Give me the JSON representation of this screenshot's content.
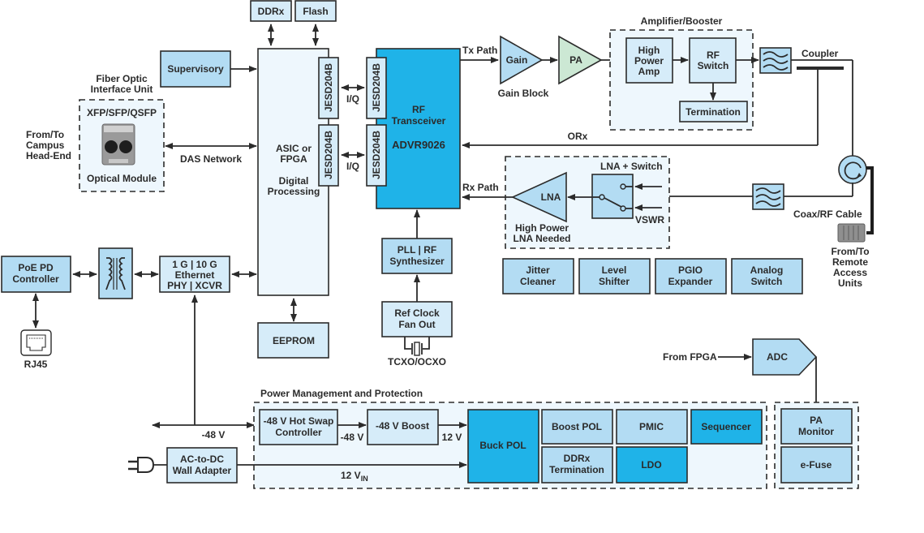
{
  "colors": {
    "light": "#d6ecf9",
    "mid": "#b3dcf3",
    "dark": "#1fb3e8",
    "pale": "#eef7fd",
    "green": "#cce8d4",
    "line": "#2b2b2b"
  },
  "top": {
    "ddrx": "DDRx",
    "flash": "Flash"
  },
  "supervisory": "Supervisory",
  "fiber": {
    "title1": "Fiber Optic",
    "title2": "Interface Unit",
    "module_type": "XFP/SFP/QSFP",
    "module_label": "Optical Module",
    "icon": "optical-module-icon"
  },
  "campus": {
    "l1": "From/To",
    "l2": "Campus",
    "l3": "Head-End"
  },
  "das_network": "DAS Network",
  "asic": {
    "l1": "ASIC or",
    "l2": "FPGA",
    "l3": "Digital",
    "l4": "Processing"
  },
  "jesd": "JESD204B",
  "iq": "I/Q",
  "transceiver": {
    "l1": "RF",
    "l2": "Transceiver",
    "part": "ADVR9026"
  },
  "tx_path": "Tx Path",
  "rx_path": "Rx Path",
  "orx": "ORx",
  "gain": {
    "label": "Gain",
    "caption": "Gain Block"
  },
  "pa": "PA",
  "amp_booster": {
    "title": "Amplifier/Booster",
    "hpa1": "High",
    "hpa2": "Power",
    "hpa3": "Amp",
    "rfs1": "RF",
    "rfs2": "Switch",
    "termination": "Termination"
  },
  "coupler": "Coupler",
  "lna_group": {
    "title": "LNA + Switch",
    "lna": "LNA",
    "cap1": "High Power",
    "cap2": "LNA Needed",
    "vswr": "VSWR"
  },
  "coax": "Coax/RF Cable",
  "remote": {
    "l1": "From/To",
    "l2": "Remote",
    "l3": "Access",
    "l4": "Units"
  },
  "support": [
    {
      "l1": "Jitter",
      "l2": "Cleaner"
    },
    {
      "l1": "Level",
      "l2": "Shifter"
    },
    {
      "l1": "PGIO",
      "l2": "Expander"
    },
    {
      "l1": "Analog",
      "l2": "Switch"
    }
  ],
  "pll": {
    "l1": "PLL | RF",
    "l2": "Synthesizer"
  },
  "refclk": {
    "l1": "Ref Clock",
    "l2": "Fan Out",
    "osc": "TCXO/OCXO"
  },
  "eeprom": "EEPROM",
  "poe": {
    "l1": "PoE PD",
    "l2": "Controller"
  },
  "rj45": "RJ45",
  "ethernet": {
    "l1": "1 G | 10 G",
    "l2": "Ethernet",
    "l3": "PHY | XCVR"
  },
  "power": {
    "title": "Power Management and Protection",
    "hotswap1": "-48 V Hot Swap",
    "hotswap2": "Controller",
    "boost48": "-48 V Boost",
    "v48a": "-48 V",
    "v48b": "-48 V",
    "v12": "12 V",
    "v12in": "12 V",
    "v12in_sub": "IN",
    "buck": "Buck POL",
    "boost_pol": "Boost POL",
    "pmic": "PMIC",
    "sequencer": "Sequencer",
    "ddrx_term1": "DDRx",
    "ddrx_term2": "Termination",
    "ldo": "LDO"
  },
  "wall": {
    "l1": "AC-to-DC",
    "l2": "Wall Adapter"
  },
  "adc": {
    "label": "ADC",
    "from": "From FPGA"
  },
  "monitor": {
    "pa1": "PA",
    "pa2": "Monitor",
    "efuse": "e-Fuse"
  }
}
